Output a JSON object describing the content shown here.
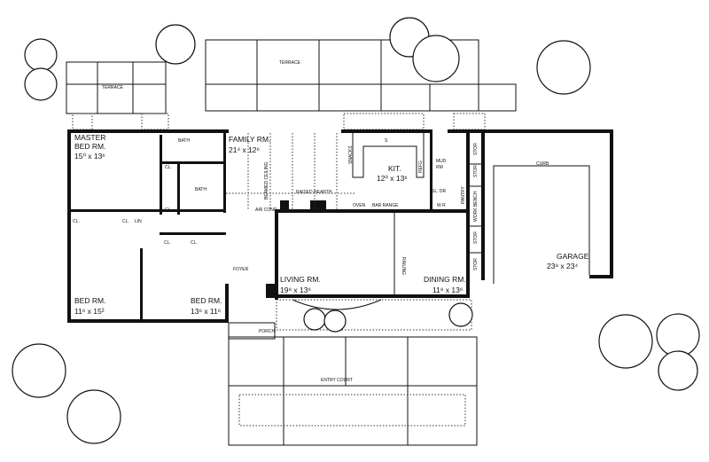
{
  "rooms": {
    "master": {
      "name1": "MASTER",
      "name2": "BED RM.",
      "dims": "15⁰ x 13⁶"
    },
    "family": {
      "name": "FAMILY RM.",
      "dims": "21⁴ x 12⁶"
    },
    "kitchen": {
      "name": "KIT.",
      "dims": "12⁰ x 13⁶"
    },
    "mud": {
      "name1": "MUD",
      "name2": "RM"
    },
    "garage": {
      "name": "GARAGE",
      "dims": "23⁸ x 23⁴"
    },
    "living": {
      "name": "LIVING RM.",
      "dims": "19⁸ x 13⁶"
    },
    "dining": {
      "name": "DINING RM.",
      "dims": "11⁸ x 13⁶"
    },
    "bed1": {
      "name": "BED RM.",
      "dims": "11⁶ x 15²"
    },
    "bed2": {
      "name": "BED RM.",
      "dims": "13⁶ x 11⁶"
    },
    "foyer": {
      "name": "FOYER"
    },
    "porch": {
      "name": "PORCH"
    },
    "bath1": {
      "name": "BATH"
    },
    "bath2": {
      "name": "BATH"
    }
  },
  "outdoor": {
    "terrace_left": "TERRACE",
    "terrace_top": "TERRACE",
    "entry_court": "ENTRY COURT",
    "curb": "CURB"
  },
  "fixtures": {
    "closet": "CL.",
    "lin": "LIN",
    "air_cond": "AIR COND.",
    "beamed_ceiling": "BEAMED CEILING",
    "raised_hearth": "RAISED HEARTH",
    "oven": "OVEN",
    "snacks": "SNACKS",
    "refg": "REFG",
    "pantry": "PANTRY",
    "stor": "STOR",
    "work_bench": "WORK BENCH",
    "wr": "W R",
    "sl_dr": "SL. DR",
    "railing": "RAILING",
    "bar_range": "BAR RANGE",
    "sink": "S"
  }
}
